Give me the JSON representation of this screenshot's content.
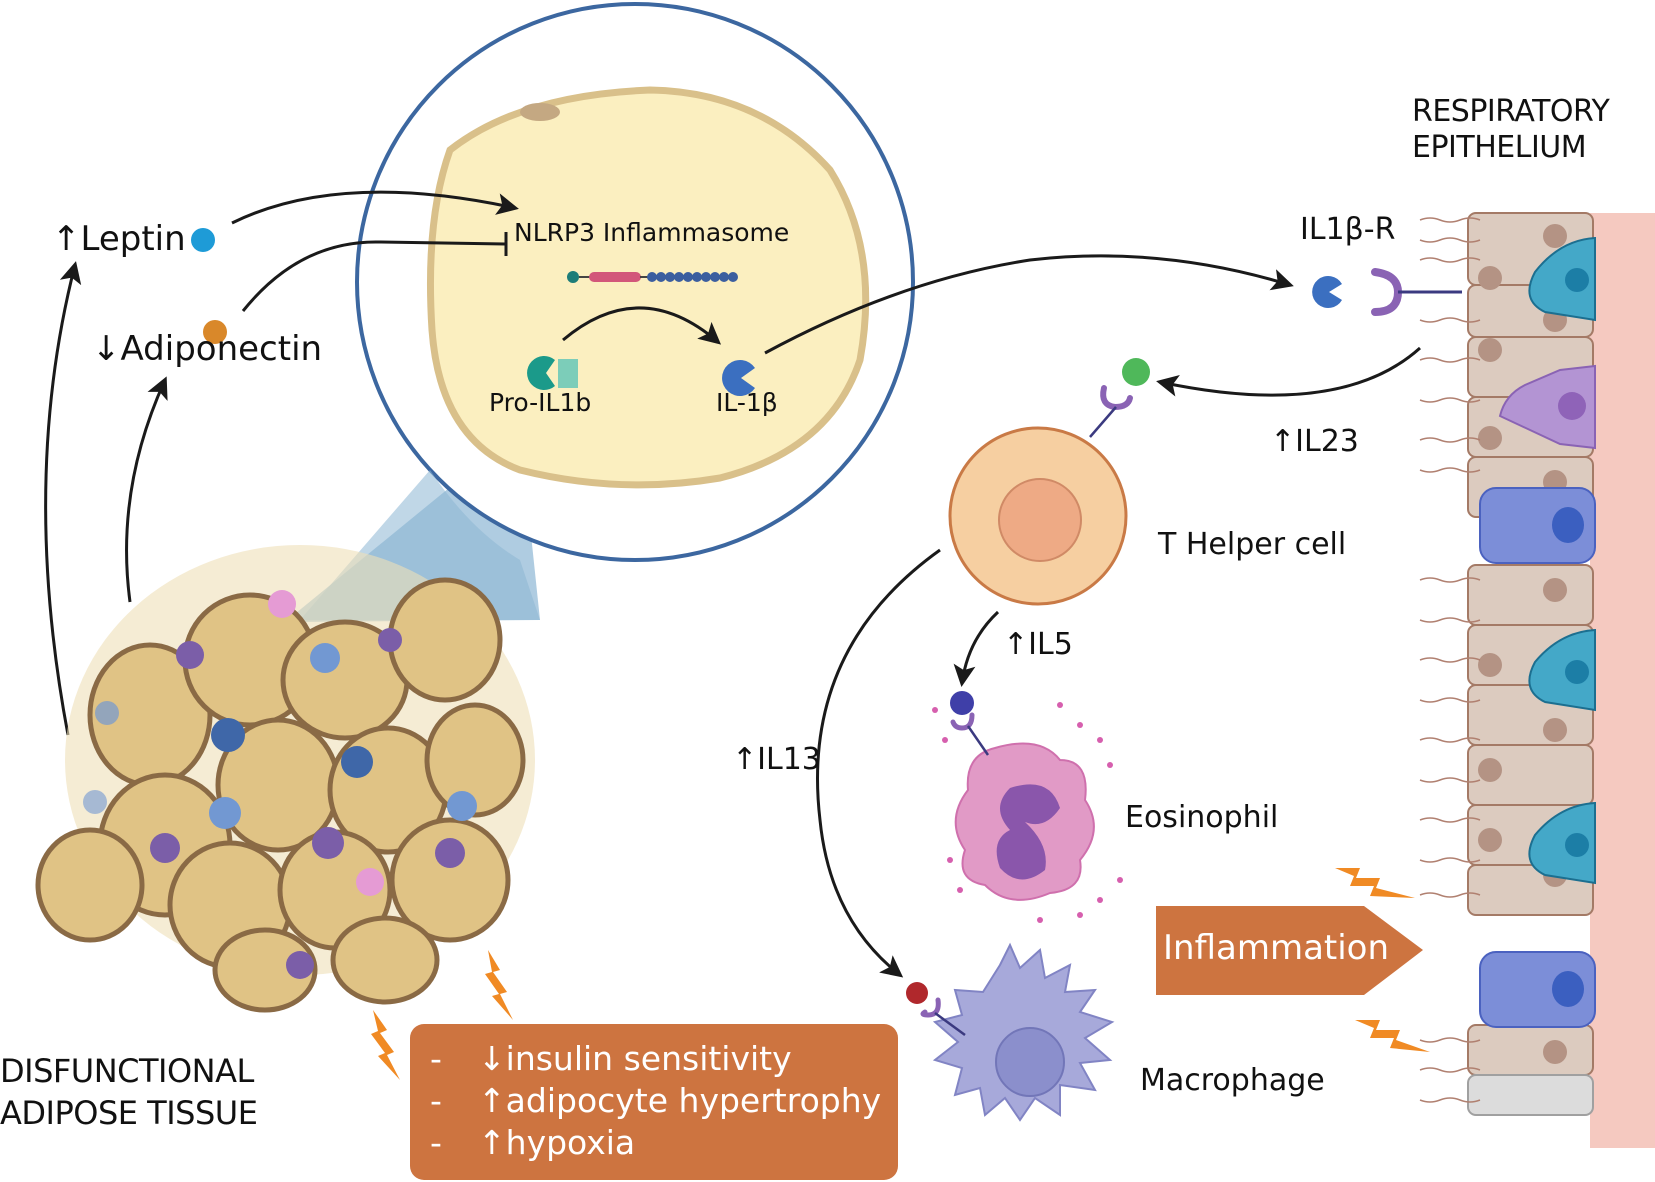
{
  "diagram": {
    "tissue_label": [
      "DISFUNCTIONAL",
      "ADIPOSE TISSUE"
    ],
    "epithelium_label": [
      "RESPIRATORY",
      "EPITHELIUM"
    ],
    "adipokines": {
      "leptin": {
        "arrow": "↑",
        "name": "Leptin",
        "color": "#1e9bd7"
      },
      "adiponectin": {
        "arrow": "↓",
        "name": "Adiponectin",
        "color": "#d9882a"
      }
    },
    "adipocyte_inset": {
      "inflammasome": "NLRP3 Inflammasome",
      "pro_il1b": "Pro-IL1b",
      "il1b": "IL-1β"
    },
    "receptor_label": "IL1β-R",
    "cytokines": {
      "il23": {
        "arrow": "↑",
        "name": "IL23"
      },
      "il5": {
        "arrow": "↑",
        "name": "IL5"
      },
      "il13": {
        "arrow": "↑",
        "name": "IL13"
      }
    },
    "cells": {
      "t_helper": "T Helper cell",
      "eosinophil": "Eosinophil",
      "macrophage": "Macrophage"
    },
    "effects_box": {
      "items": [
        {
          "dash": "-",
          "arrow": "↓",
          "text": "insulin sensitivity"
        },
        {
          "dash": "-",
          "arrow": "↑",
          "text": "adipocyte hypertrophy"
        },
        {
          "dash": "-",
          "arrow": "↑",
          "text": "hypoxia"
        }
      ]
    },
    "inflammation_label": "Inflammation",
    "colors": {
      "box_orange": "#cd7440",
      "zap_orange": "#f08a24",
      "inset_ring": "#3c67a0",
      "adipocyte_fill": "#fbefc0",
      "epithelium_base": "#f5c9c0",
      "cell_beige": "#dccbbf",
      "t_helper_fill": "#f6cfa1",
      "eosinophil_fill": "#e19ac6",
      "macrophage_fill": "#a7a9da"
    }
  }
}
